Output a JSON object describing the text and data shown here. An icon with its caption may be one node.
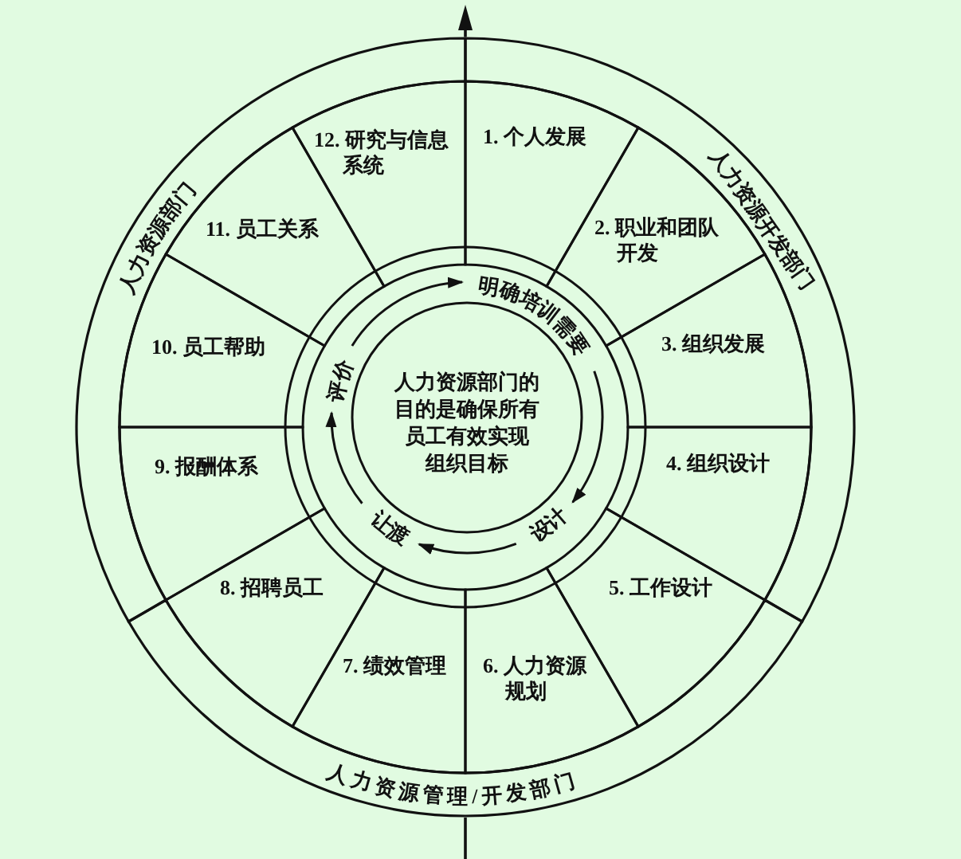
{
  "diagram": {
    "nodes": [
      {
        "text": [
          "1. 个人发展"
        ]
      },
      {
        "text": [
          "2. 职业和团队开发"
        ]
      },
      {
        "text": [
          "3. 组织发展"
        ]
      },
      {
        "text": [
          "4. 组织设计"
        ]
      },
      {
        "text": [
          "5. 工作设计"
        ]
      },
      {
        "text": [
          "6. 人力资源规划"
        ]
      },
      {
        "text": [
          "7. 绩效管理"
        ]
      },
      {
        "text": [
          "8. 招聘员工"
        ]
      },
      {
        "text": [
          "9. 报酬体系"
        ]
      },
      {
        "text": [
          "10. 员工帮助"
        ]
      },
      {
        "text": [
          "11. 员工关系"
        ]
      },
      {
        "text": [
          "12. 研究与信息系统"
        ]
      },
      {
        "text": [
          "人力资源部门的目的是确保所有员工有效实现组织目标"
        ]
      },
      {
        "text": [
          "明确培训需要"
        ]
      },
      {
        "text": [
          "设计"
        ]
      },
      {
        "text": [
          "让渡"
        ]
      },
      {
        "text": [
          "评价"
        ]
      },
      {
        "text": [
          "人力资源部门"
        ]
      },
      {
        "text": [
          "人力资源开发部门"
        ]
      },
      {
        "text": [
          "人力资源管理/开发部门"
        ]
      }
    ],
    "edges": [
      {
        "from": 16,
        "to": 13,
        "arrow": "to"
      },
      {
        "from": 13,
        "to": 14,
        "arrow": "to"
      },
      {
        "from": 14,
        "to": 15,
        "arrow": "to"
      },
      {
        "from": 15,
        "to": 16,
        "arrow": "to"
      }
    ]
  }
}
